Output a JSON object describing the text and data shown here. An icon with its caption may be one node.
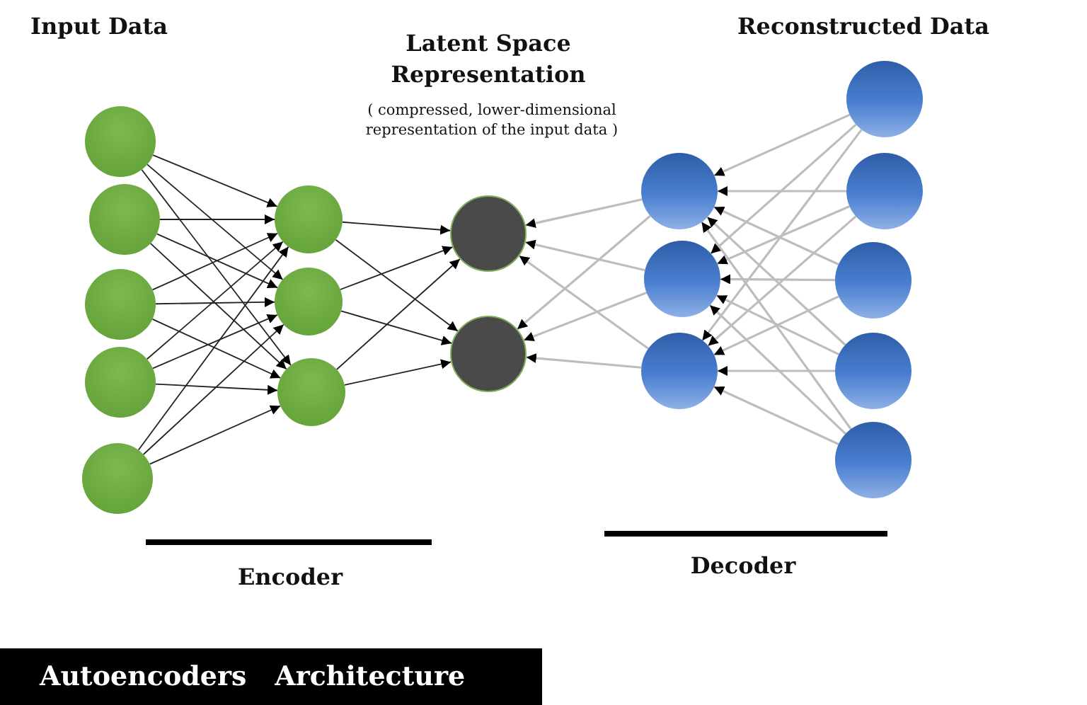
{
  "diagram": {
    "caption": "Autoencoders   Architecture",
    "nodes": [
      {
        "text": [],
        "shape": "circle"
      },
      {
        "text": [],
        "shape": "circle"
      },
      {
        "text": [],
        "shape": "circle"
      },
      {
        "text": [],
        "shape": "circle"
      },
      {
        "text": [],
        "shape": "circle"
      },
      {
        "text": [],
        "shape": "circle"
      },
      {
        "text": [],
        "shape": "circle"
      },
      {
        "text": [],
        "shape": "circle"
      },
      {
        "text": [],
        "shape": "circle"
      },
      {
        "text": [],
        "shape": "circle"
      },
      {
        "text": [],
        "shape": "circle"
      },
      {
        "text": [],
        "shape": "circle"
      },
      {
        "text": [],
        "shape": "circle"
      },
      {
        "text": [],
        "shape": "circle"
      },
      {
        "text": [],
        "shape": "circle"
      },
      {
        "text": [],
        "shape": "circle"
      },
      {
        "text": [],
        "shape": "circle"
      },
      {
        "text": [],
        "shape": "circle"
      }
    ],
    "edges": [
      {
        "from": 0,
        "to": 5,
        "arrow": "to"
      },
      {
        "from": 0,
        "to": 6,
        "arrow": "to"
      },
      {
        "from": 0,
        "to": 7,
        "arrow": "to"
      },
      {
        "from": 1,
        "to": 5,
        "arrow": "to"
      },
      {
        "from": 1,
        "to": 6,
        "arrow": "to"
      },
      {
        "from": 1,
        "to": 7,
        "arrow": "to"
      },
      {
        "from": 2,
        "to": 5,
        "arrow": "to"
      },
      {
        "from": 2,
        "to": 6,
        "arrow": "to"
      },
      {
        "from": 2,
        "to": 7,
        "arrow": "to"
      },
      {
        "from": 3,
        "to": 5,
        "arrow": "to"
      },
      {
        "from": 3,
        "to": 6,
        "arrow": "to"
      },
      {
        "from": 3,
        "to": 7,
        "arrow": "to"
      },
      {
        "from": 4,
        "to": 5,
        "arrow": "to"
      },
      {
        "from": 4,
        "to": 6,
        "arrow": "to"
      },
      {
        "from": 4,
        "to": 7,
        "arrow": "to"
      },
      {
        "from": 5,
        "to": 8,
        "arrow": "to"
      },
      {
        "from": 5,
        "to": 9,
        "arrow": "to"
      },
      {
        "from": 6,
        "to": 8,
        "arrow": "to"
      },
      {
        "from": 6,
        "to": 9,
        "arrow": "to"
      },
      {
        "from": 7,
        "to": 8,
        "arrow": "to"
      },
      {
        "from": 7,
        "to": 9,
        "arrow": "to"
      },
      {
        "from": 10,
        "to": 8,
        "arrow": "to",
        "color": "#bdbdbd"
      },
      {
        "from": 10,
        "to": 9,
        "arrow": "to",
        "color": "#bdbdbd"
      },
      {
        "from": 11,
        "to": 8,
        "arrow": "to",
        "color": "#bdbdbd"
      },
      {
        "from": 11,
        "to": 9,
        "arrow": "to",
        "color": "#bdbdbd"
      },
      {
        "from": 12,
        "to": 8,
        "arrow": "to",
        "color": "#bdbdbd"
      },
      {
        "from": 12,
        "to": 9,
        "arrow": "to",
        "color": "#bdbdbd"
      },
      {
        "from": 13,
        "to": 10,
        "arrow": "to",
        "color": "#bdbdbd"
      },
      {
        "from": 13,
        "to": 11,
        "arrow": "to",
        "color": "#bdbdbd"
      },
      {
        "from": 13,
        "to": 12,
        "arrow": "to",
        "color": "#bdbdbd"
      },
      {
        "from": 14,
        "to": 10,
        "arrow": "to",
        "color": "#bdbdbd"
      },
      {
        "from": 14,
        "to": 11,
        "arrow": "to",
        "color": "#bdbdbd"
      },
      {
        "from": 14,
        "to": 12,
        "arrow": "to",
        "color": "#bdbdbd"
      },
      {
        "from": 15,
        "to": 10,
        "arrow": "to",
        "color": "#bdbdbd"
      },
      {
        "from": 15,
        "to": 11,
        "arrow": "to",
        "color": "#bdbdbd"
      },
      {
        "from": 15,
        "to": 12,
        "arrow": "to",
        "color": "#bdbdbd"
      },
      {
        "from": 16,
        "to": 10,
        "arrow": "to",
        "color": "#bdbdbd"
      },
      {
        "from": 16,
        "to": 11,
        "arrow": "to",
        "color": "#bdbdbd"
      },
      {
        "from": 16,
        "to": 12,
        "arrow": "to",
        "color": "#bdbdbd"
      },
      {
        "from": 17,
        "to": 10,
        "arrow": "to",
        "color": "#bdbdbd"
      },
      {
        "from": 17,
        "to": 11,
        "arrow": "to",
        "color": "#bdbdbd"
      },
      {
        "from": 17,
        "to": 12,
        "arrow": "to",
        "color": "#bdbdbd"
      }
    ],
    "labels": [
      "Input Data",
      "Latent Space Representation",
      "( compressed, lower-dimensional representation of the input data )",
      "Reconstructed Data",
      "Encoder",
      "Decoder"
    ]
  }
}
